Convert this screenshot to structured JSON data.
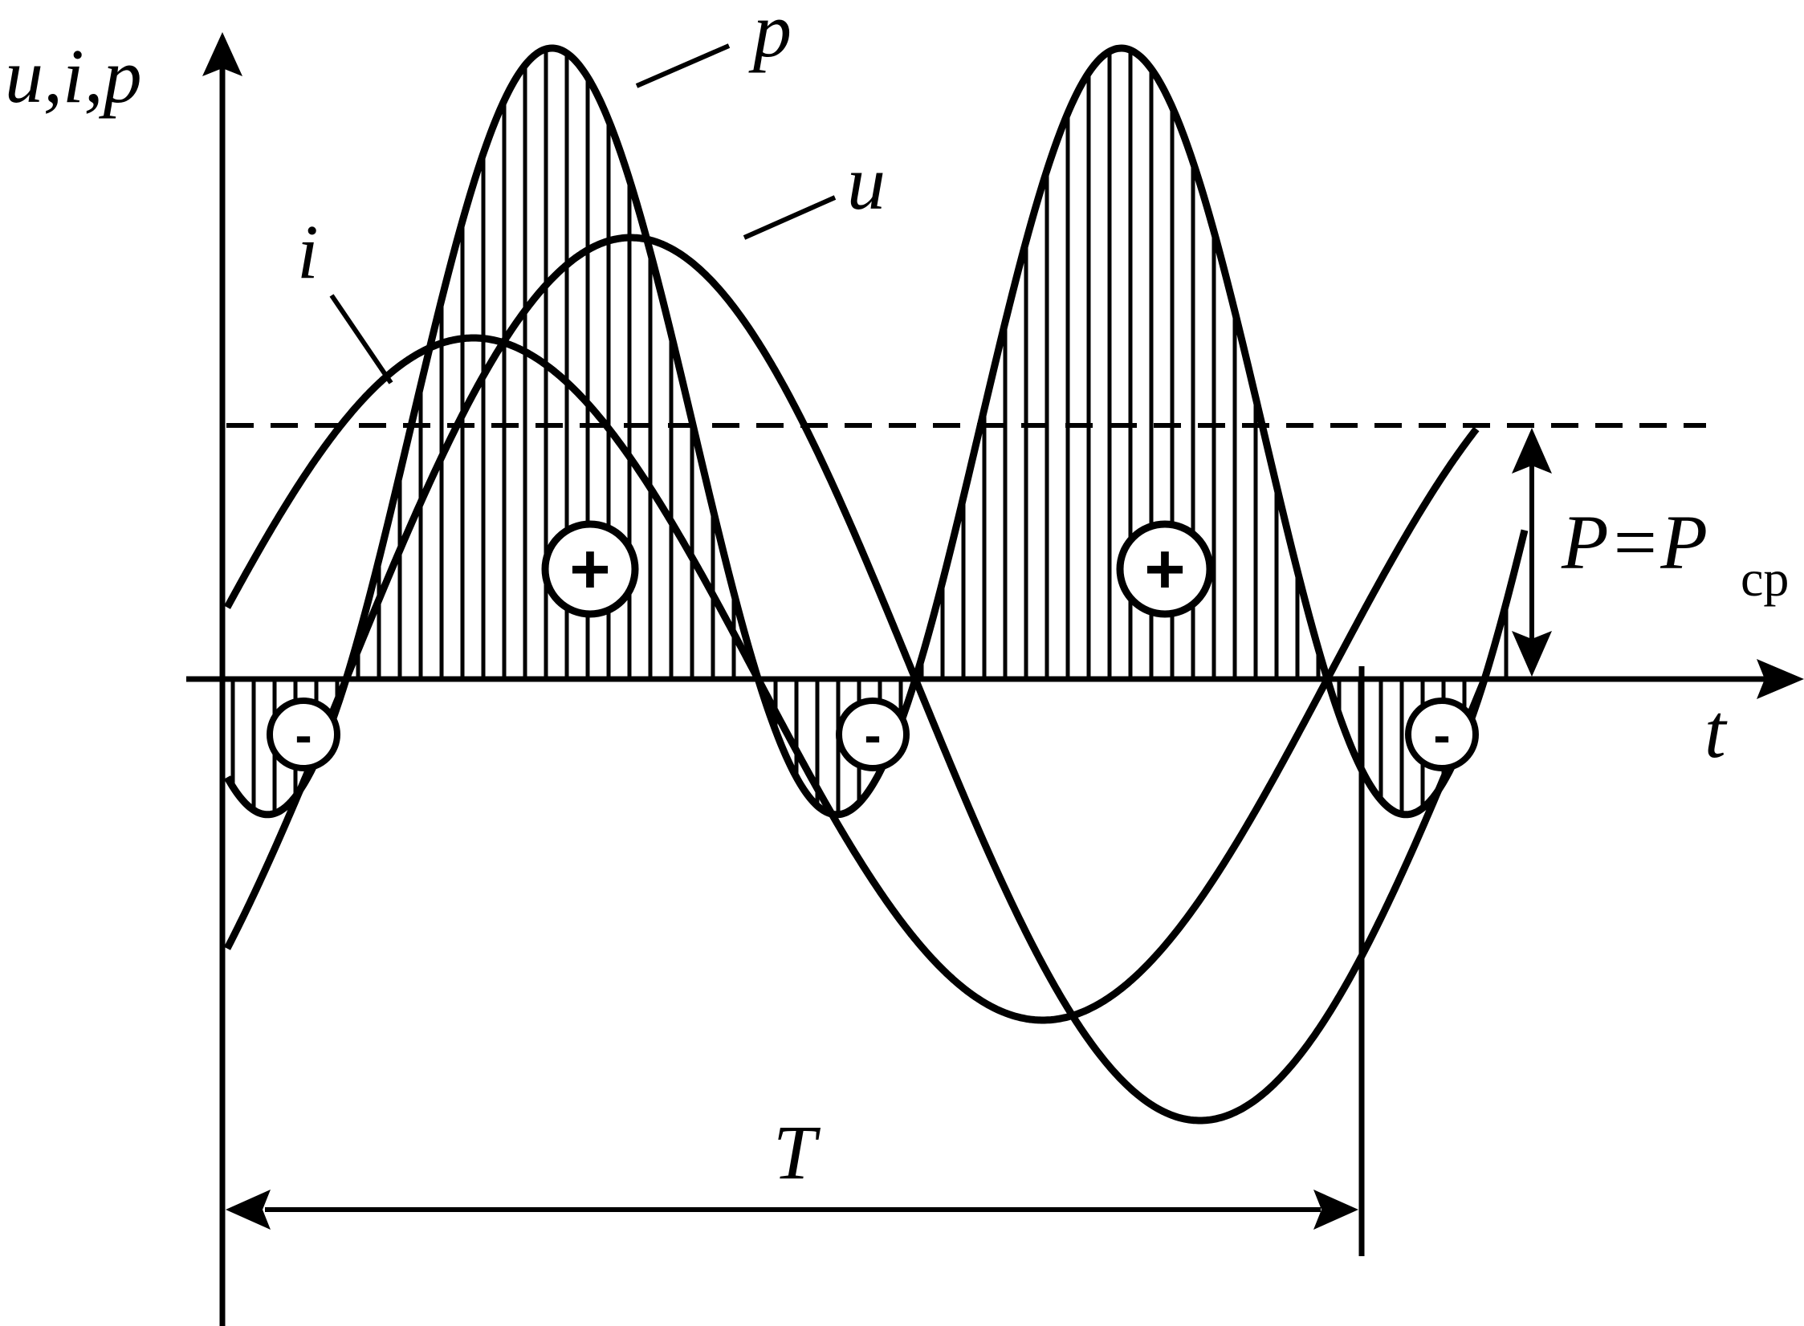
{
  "labels": {
    "y_axis": "u,i,p",
    "x_axis": "t",
    "p_curve": "p",
    "u_curve": "u",
    "i_curve": "i",
    "avg_power_main": "P=P",
    "avg_power_sub": "cp",
    "period": "T"
  },
  "signs": {
    "plus": "+",
    "minus": "-"
  },
  "colors": {
    "ink": "#000000",
    "background": "#ffffff"
  }
}
